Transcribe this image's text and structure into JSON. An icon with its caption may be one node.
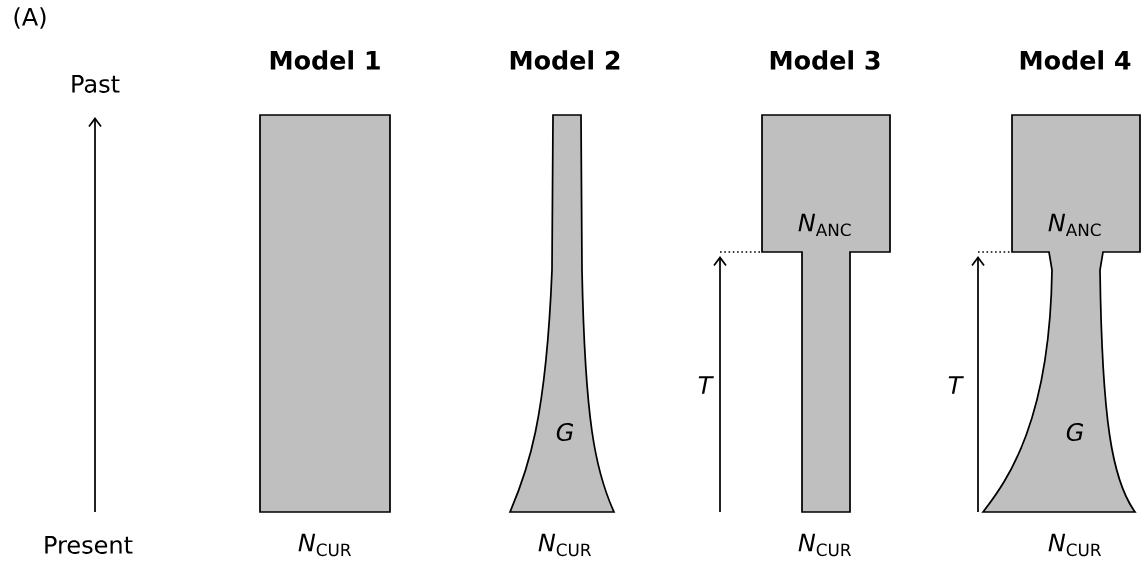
{
  "diagram": {
    "nodes": [
      {
        "text": [
          "Model 1"
        ],
        "beside": [
          "*N*$_{CUR}$"
        ]
      },
      {
        "text": [
          "Model 2",
          "G"
        ],
        "beside": [
          "*N*$_{CUR}$"
        ]
      },
      {
        "text": [
          "Model 3",
          "*N*$_{ANC}$"
        ],
        "beside": [
          "*N*$_{CUR}$"
        ]
      },
      {
        "text": [
          "Model 4",
          "*N*$_{ANC}$",
          "G"
        ],
        "beside": [
          "*N*$_{CUR}$"
        ]
      }
    ],
    "labels": [
      "(A)",
      "Past",
      "Present",
      "T",
      "T"
    ]
  }
}
